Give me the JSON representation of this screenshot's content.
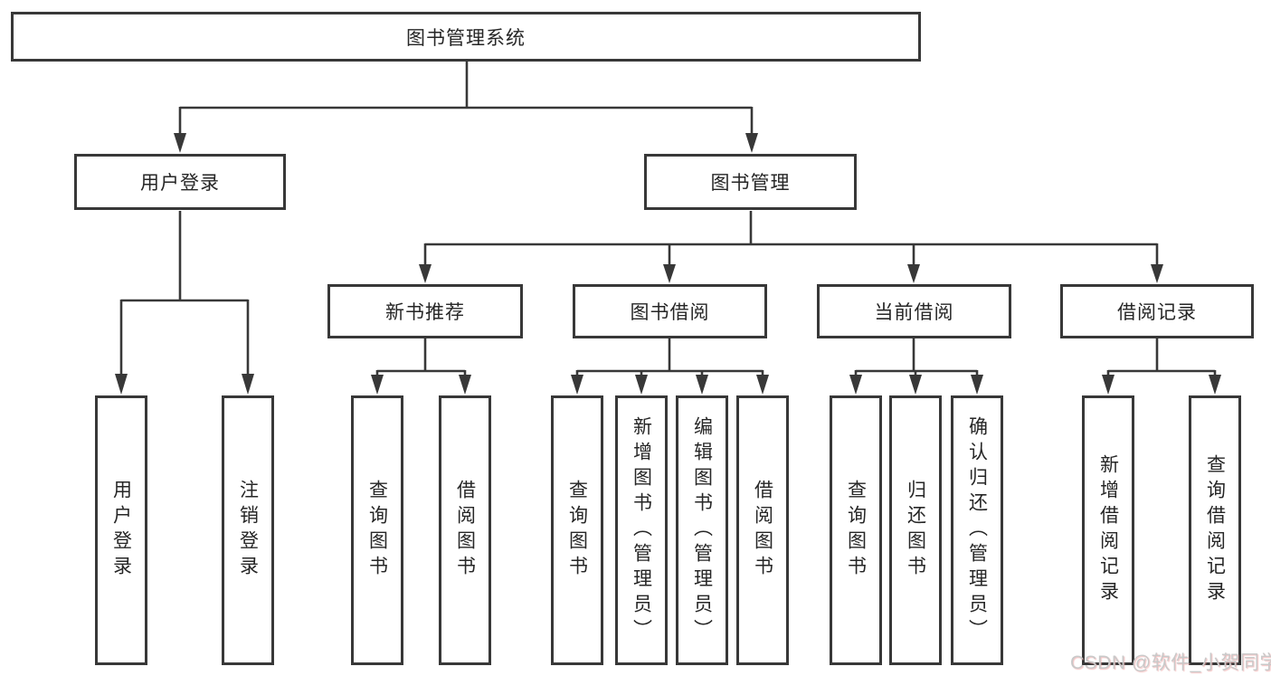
{
  "watermark": "CSDN @软件_小贺同学",
  "colors": {
    "line": "#383838",
    "node_border": "#383838",
    "text": "#262626",
    "watermark": "#c9c9c9"
  },
  "icons": {
    "connector_arrow": "arrow-down"
  },
  "tree": {
    "root": {
      "label": "图书管理系统"
    },
    "user_login": {
      "label": "用户登录",
      "children": [
        {
          "label": "用户登录"
        },
        {
          "label": "注销登录"
        }
      ]
    },
    "book_mgmt": {
      "label": "图书管理",
      "sections": [
        {
          "label": "新书推荐",
          "children": [
            {
              "label": "查询图书"
            },
            {
              "label": "借阅图书"
            }
          ]
        },
        {
          "label": "图书借阅",
          "children": [
            {
              "label": "查询图书"
            },
            {
              "label": "新增图书（管理员）"
            },
            {
              "label": "编辑图书（管理员）"
            },
            {
              "label": "借阅图书"
            }
          ]
        },
        {
          "label": "当前借阅",
          "children": [
            {
              "label": "查询图书"
            },
            {
              "label": "归还图书"
            },
            {
              "label": "确认归还（管理员）"
            }
          ]
        },
        {
          "label": "借阅记录",
          "children": [
            {
              "label": "新增借阅记录"
            },
            {
              "label": "查询借阅记录"
            }
          ]
        }
      ]
    }
  }
}
